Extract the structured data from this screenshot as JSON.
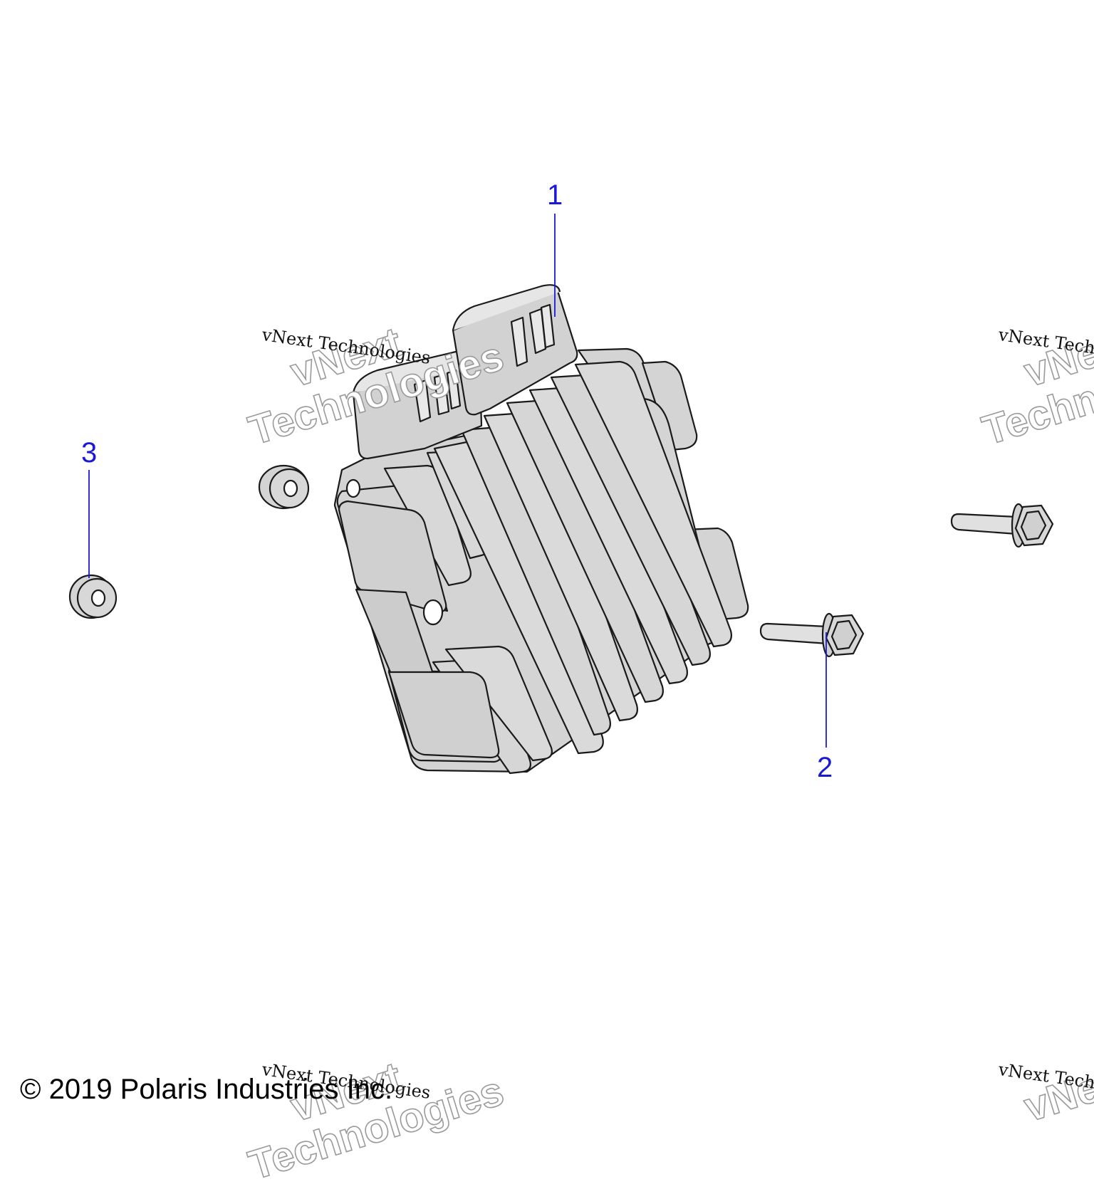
{
  "callouts": [
    {
      "id": "1",
      "label": "1"
    },
    {
      "id": "2",
      "label": "2"
    },
    {
      "id": "3",
      "label": "3"
    }
  ],
  "parts": [
    {
      "callout": "1",
      "name": "voltage-regulator",
      "icon": "finned-regulator-icon"
    },
    {
      "callout": "2",
      "name": "flange-bolt",
      "icon": "hex-bolt-icon"
    },
    {
      "callout": "3",
      "name": "flange-nut",
      "icon": "flange-nut-icon"
    }
  ],
  "watermark": {
    "text": "vNext Technologies",
    "line1": "vNext",
    "line2": "Technologies"
  },
  "copyright": "© 2019 Polaris Industries Inc.",
  "colors": {
    "callout": "#1a1ad6",
    "part_fill": "#d4d4d4",
    "part_stroke": "#1a1a1a",
    "background": "#ffffff"
  }
}
